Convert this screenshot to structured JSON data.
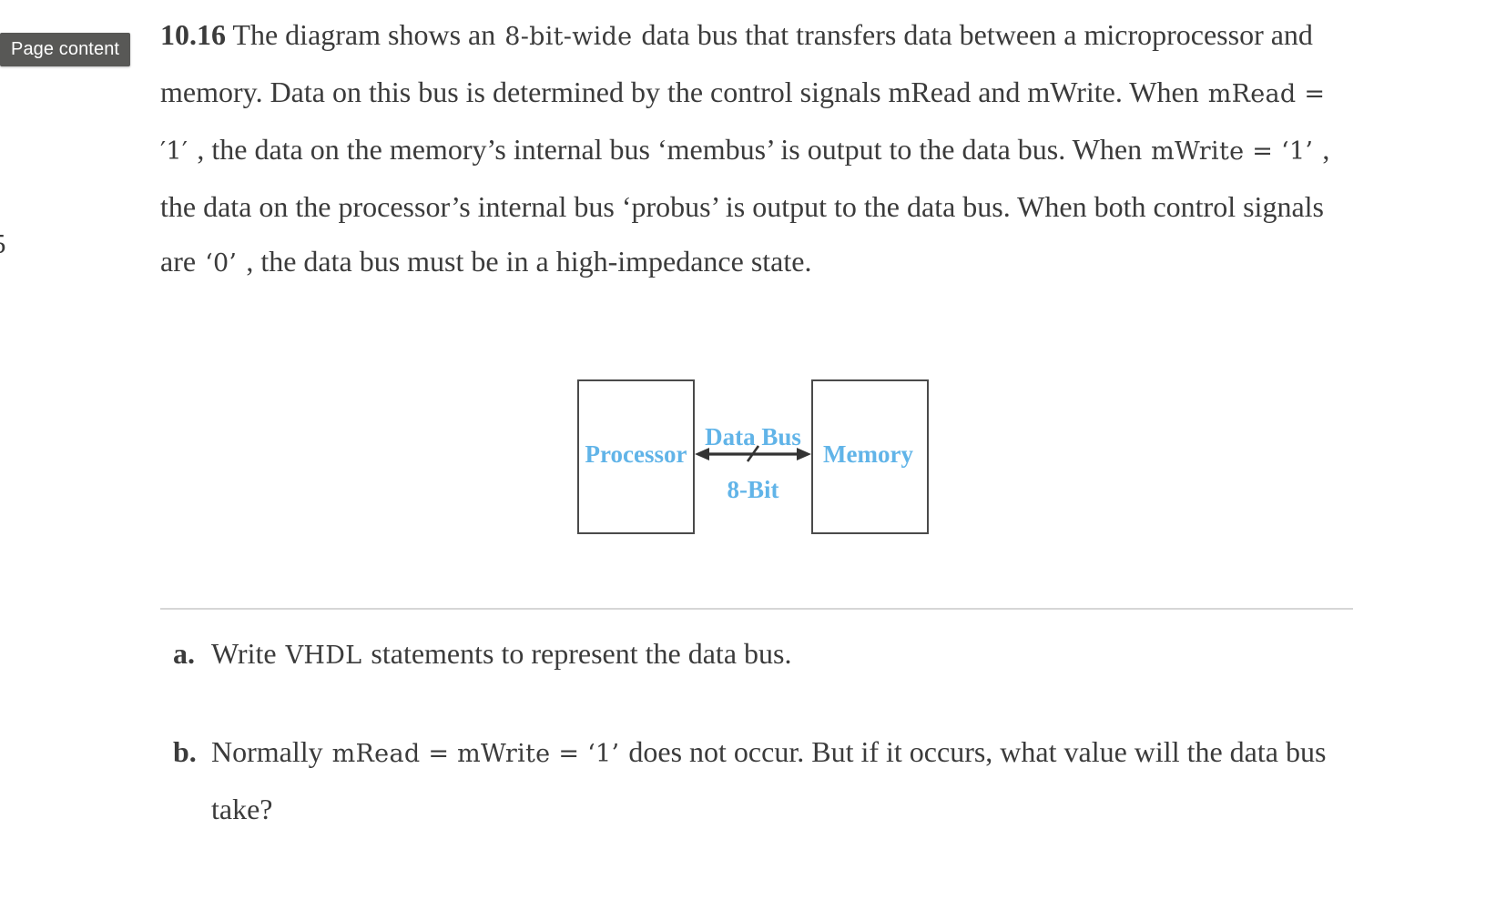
{
  "overlay": {
    "badge_label": "Page content"
  },
  "page_edge": {
    "cut_off_number": "5"
  },
  "problem": {
    "number": "10.16",
    "segments": [
      {
        "kind": "text",
        "value": "The diagram shows an"
      },
      {
        "kind": "math",
        "value": "8-bit-wide"
      },
      {
        "kind": "text",
        "value": "data bus that transfers data between a microprocessor and memory. Data on this bus is determined by the control signals mRead and mWrite. When"
      },
      {
        "kind": "math",
        "value": "mRead = ′1′"
      },
      {
        "kind": "text",
        "value": ", the data on the memory’s internal bus ‘membus’ is output to the data bus. When"
      },
      {
        "kind": "math",
        "value": "mWrite = ‘1’"
      },
      {
        "kind": "text",
        "value": ", the data on the processor’s internal bus ‘probus’ is output to the data bus. When both control signals are"
      },
      {
        "kind": "math",
        "value": "‘0’"
      },
      {
        "kind": "text",
        "value": ", the data bus must be in a high-impedance state."
      }
    ],
    "full_text": "10.16 The diagram shows an 8-bit-wide data bus that transfers data between a microprocessor and memory. Data on this bus is determined by the control signals mRead and mWrite. When mRead = ′1′ , the data on the memory’s internal bus ‘membus’ is output to the data bus. When mWrite = ‘1’ , the data on the processor’s internal bus ‘probus’ is output to the data bus. When both control signals are ‘0’ , the data bus must be in a high-impedance state."
  },
  "figure": {
    "left_box_label": "Processor",
    "right_box_label": "Memory",
    "bus_label_top": "Data Bus",
    "bus_label_bottom": "8-Bit",
    "arrow_type": "bidirectional",
    "slash_tick": true,
    "label_color": "#61b4e8",
    "box_border_color": "#4a4a4a",
    "arrow_color": "#333333"
  },
  "sub_questions": [
    {
      "marker": "a.",
      "segments": [
        {
          "kind": "text",
          "value": "Write"
        },
        {
          "kind": "math",
          "value": "VHDL"
        },
        {
          "kind": "text",
          "value": "statements to represent the data bus."
        }
      ],
      "full_text": "Write VHDL statements to represent the data bus."
    },
    {
      "marker": "b.",
      "segments": [
        {
          "kind": "text",
          "value": "Normally"
        },
        {
          "kind": "math",
          "value": "mRead = mWrite = ‘1’"
        },
        {
          "kind": "text",
          "value": "does not occur. But if it occurs, what value will the data bus take?"
        }
      ],
      "full_text": "Normally mRead = mWrite = ‘1’ does not occur. But if it occurs, what value will the data bus take?"
    }
  ],
  "divider": {
    "color": "#d6d6d6"
  }
}
